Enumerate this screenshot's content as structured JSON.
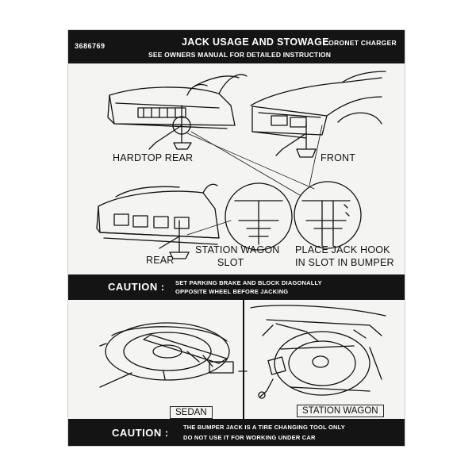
{
  "header": {
    "part_number": "3686769",
    "title": "JACK USAGE AND STOWAGE",
    "models": "CORONET CHARGER",
    "subtitle": "SEE OWNERS MANUAL FOR DETAILED INSTRUCTION"
  },
  "diagram_labels": {
    "hardtop_rear": "HARDTOP REAR",
    "front": "FRONT",
    "rear": "REAR",
    "station_wagon_slot_1": "STATION WAGON",
    "station_wagon_slot_2": "SLOT",
    "place_jack_1": "PLACE JACK HOOK",
    "place_jack_2": "IN SLOT IN BUMPER"
  },
  "caution_1": {
    "word": "CAUTION :",
    "line1": "SET PARKING BRAKE AND BLOCK DIAGONALLY",
    "line2": "OPPOSITE WHEEL BEFORE JACKING"
  },
  "stowage_labels": {
    "sedan": "SEDAN",
    "station_wagon": "STATION WAGON"
  },
  "caution_2": {
    "word": "CAUTION :",
    "line1": "THE BUMPER JACK IS A TIRE CHANGING TOOL ONLY",
    "line2": "DO NOT USE IT FOR WORKING UNDER CAR"
  },
  "colors": {
    "band": "#141414",
    "paper": "#f4f4f2",
    "ink": "#111111"
  }
}
